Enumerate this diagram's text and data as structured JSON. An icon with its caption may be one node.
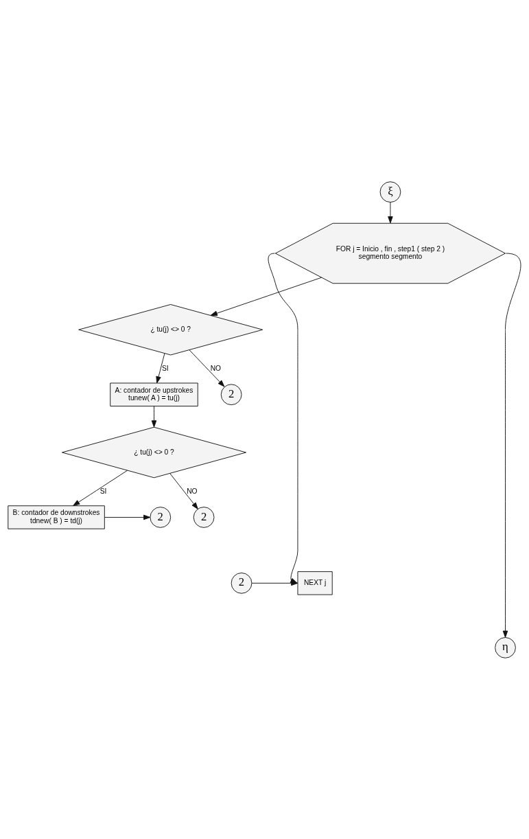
{
  "diagram": {
    "nodes": [
      {
        "text": [
          "ξ"
        ]
      },
      {
        "text": [
          "FOR j = Inicio , fin , step1 ( step 2 )",
          "segmento segmento"
        ]
      },
      {
        "text": [
          "¿ tu(j) <> 0 ?"
        ]
      },
      {
        "text": [
          "A: contador de upstrokes",
          "tunew( A ) = tu(j)"
        ]
      },
      {
        "text": [
          "2"
        ]
      },
      {
        "text": [
          "¿ tu(j) <> 0 ?"
        ]
      },
      {
        "text": [
          "B: contador de downstrokes",
          "tdnew( B ) = td(j)"
        ]
      },
      {
        "text": [
          "2"
        ]
      },
      {
        "text": [
          "2"
        ]
      },
      {
        "text": [
          "NEXT j"
        ]
      },
      {
        "text": [
          "2"
        ]
      },
      {
        "text": [
          "η"
        ]
      }
    ],
    "edges": [
      {
        "from": 0,
        "to": 1,
        "arrow": "to"
      },
      {
        "from": 1,
        "to": 2,
        "arrow": "to"
      },
      {
        "from": 2,
        "to": 3,
        "label": "SI",
        "arrow": "to"
      },
      {
        "from": 2,
        "to": 4,
        "label": "NO",
        "arrow": "to"
      },
      {
        "from": 3,
        "to": 5,
        "arrow": "to"
      },
      {
        "from": 5,
        "to": 6,
        "label": "SI",
        "arrow": "to"
      },
      {
        "from": 5,
        "to": 8,
        "label": "NO",
        "arrow": "to"
      },
      {
        "from": 6,
        "to": 7,
        "arrow": "to"
      },
      {
        "from": 10,
        "to": 9,
        "arrow": "to"
      },
      {
        "from": 1,
        "to": 9,
        "arrow": "to"
      },
      {
        "from": 1,
        "to": 11,
        "arrow": "to"
      }
    ]
  }
}
